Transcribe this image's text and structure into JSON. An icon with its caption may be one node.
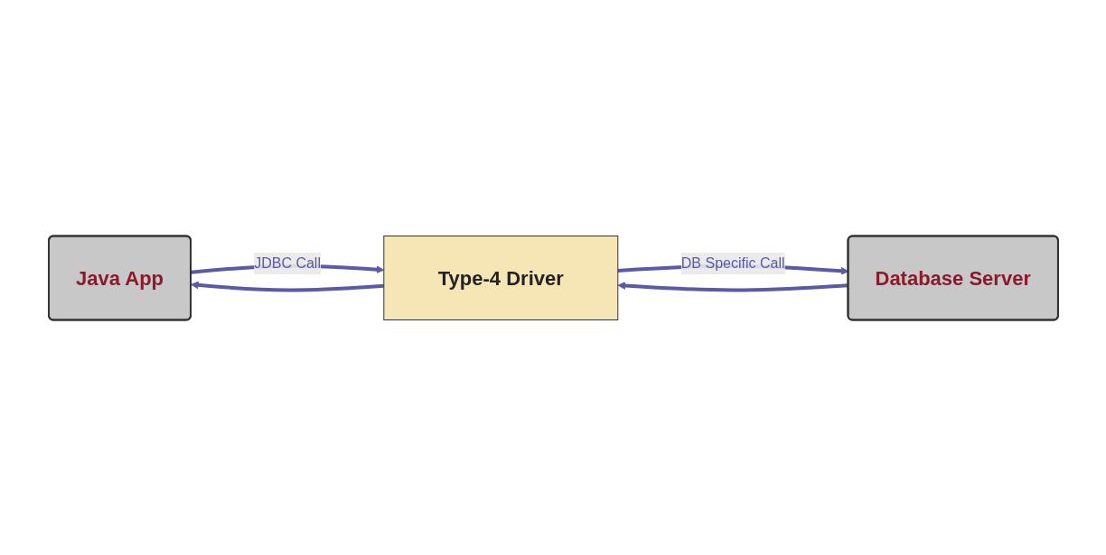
{
  "diagram": {
    "nodes": [
      {
        "text": [
          "Java App"
        ]
      },
      {
        "text": [
          "Type-4 Driver"
        ]
      },
      {
        "text": [
          "Database Server"
        ]
      }
    ],
    "edges": [
      {
        "from": 0,
        "to": 1,
        "arrow": "to",
        "label": "JDBC Call"
      },
      {
        "from": 1,
        "to": 0,
        "arrow": "to"
      },
      {
        "from": 1,
        "to": 2,
        "arrow": "to",
        "label": "DB Specific Call"
      },
      {
        "from": 2,
        "to": 1,
        "arrow": "to"
      }
    ]
  }
}
